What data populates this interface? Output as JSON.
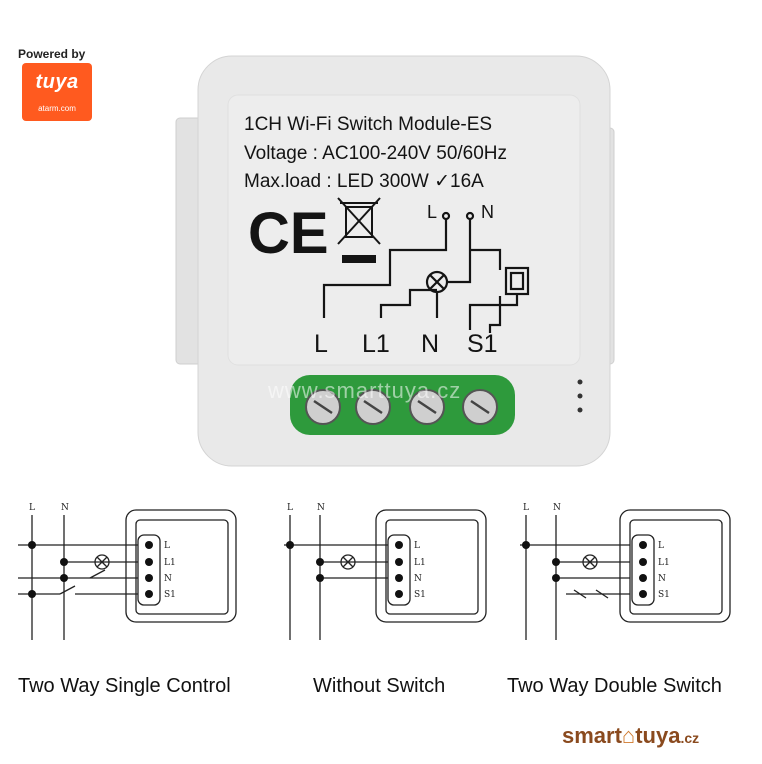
{
  "badge": {
    "powered_by": "Powered by",
    "brand": "tuya",
    "site": "atarm.com"
  },
  "module": {
    "title": "1CH Wi-Fi Switch Module-ES",
    "voltage": "Voltage : AC100-240V 50/60Hz",
    "max_load": "Max.load : LED 300W ✓16A",
    "ce_mark": "CE",
    "diagram_labels": {
      "L": "L",
      "N": "N"
    },
    "terminals": [
      "L",
      "L1",
      "N",
      "S1"
    ],
    "watermark": "www.smarttuya.cz"
  },
  "wiring": [
    {
      "caption": "Two Way Single Control",
      "supply": [
        "L",
        "N"
      ],
      "pins": [
        "L",
        "L1",
        "N",
        "S1"
      ]
    },
    {
      "caption": "Without Switch",
      "supply": [
        "L",
        "N"
      ],
      "pins": [
        "L",
        "L1",
        "N",
        "S1"
      ]
    },
    {
      "caption": "Two Way Double Switch",
      "supply": [
        "L",
        "N"
      ],
      "pins": [
        "L",
        "L1",
        "N",
        "S1"
      ]
    }
  ],
  "footer": {
    "brand_prefix": "smart",
    "brand_suffix": "tuya",
    "brand_tld": ".cz"
  },
  "colors": {
    "tuya_orange": "#ff5a1f",
    "terminal_green": "#2e9a3c",
    "module_gray": "#e9e9e9",
    "brand_brown": "#8a4a1e"
  }
}
